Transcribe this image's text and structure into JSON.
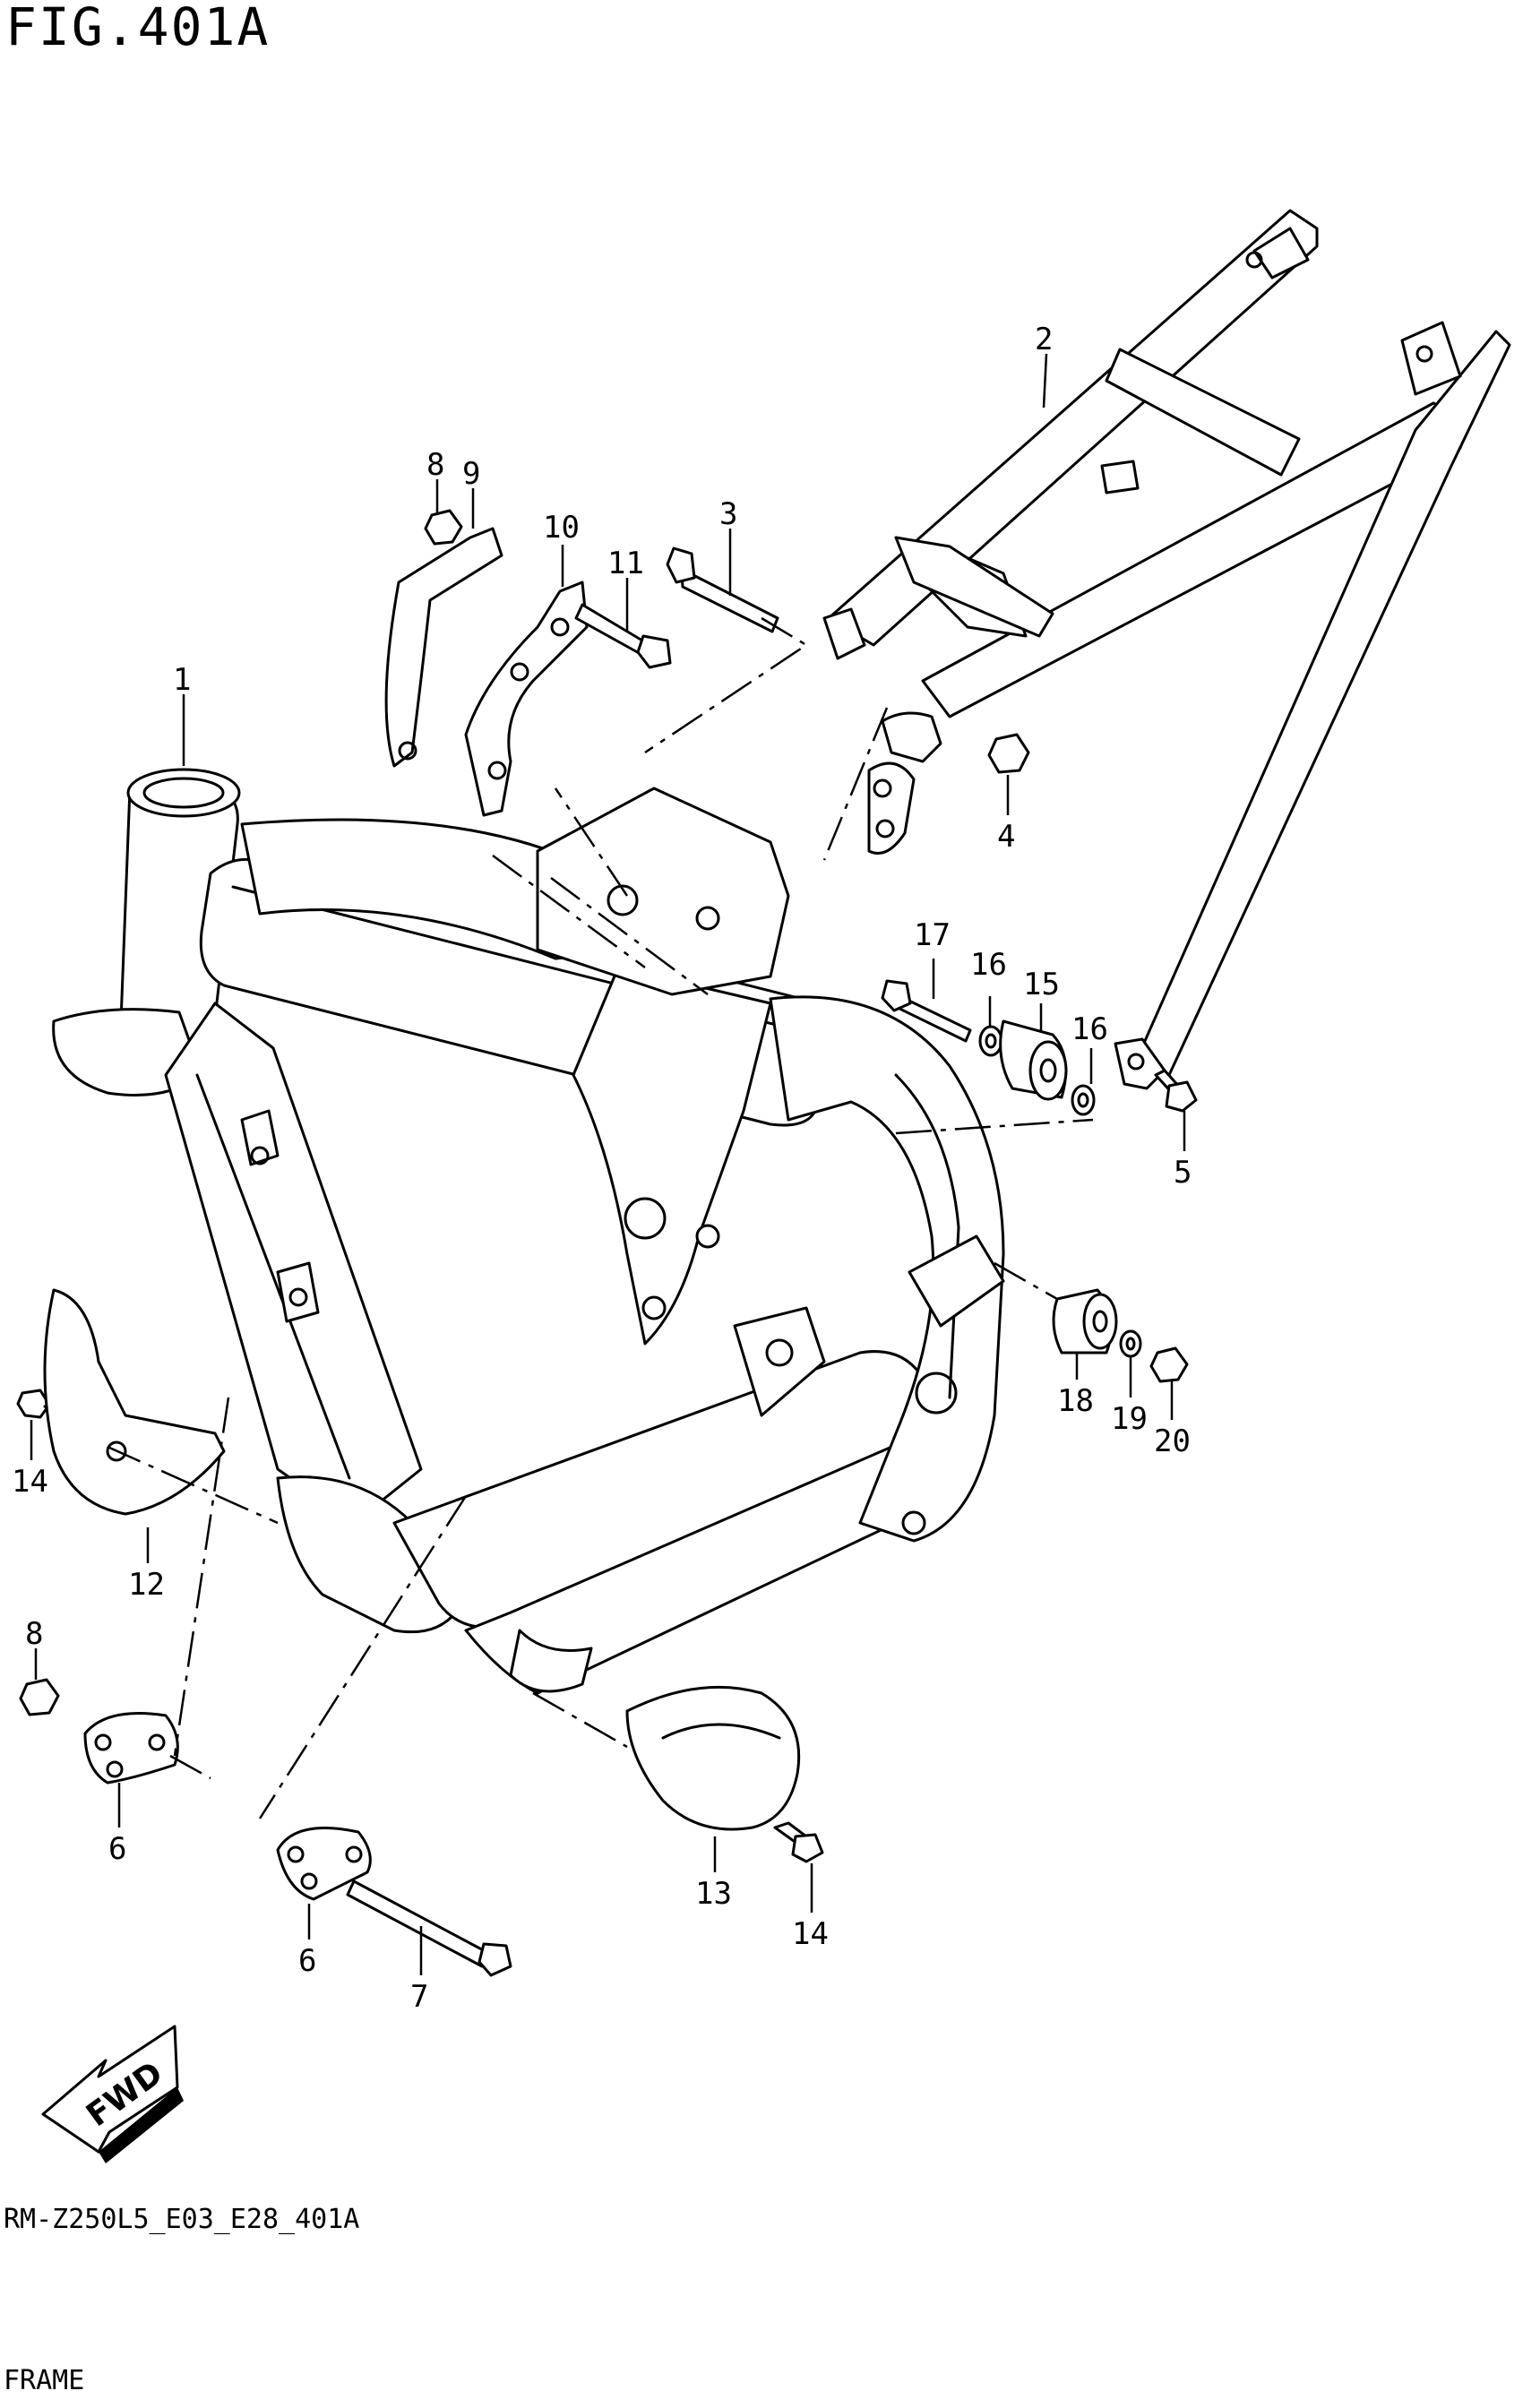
{
  "figure": {
    "title": "FIG.401A",
    "code": "RM-Z250L5_E03_E28_401A",
    "name": "FRAME"
  },
  "callouts": [
    {
      "id": "c1",
      "label": "1"
    },
    {
      "id": "c2",
      "label": "2"
    },
    {
      "id": "c3",
      "label": "3"
    },
    {
      "id": "c4",
      "label": "4"
    },
    {
      "id": "c5",
      "label": "5"
    },
    {
      "id": "c6a",
      "label": "6"
    },
    {
      "id": "c6b",
      "label": "6"
    },
    {
      "id": "c7",
      "label": "7"
    },
    {
      "id": "c8a",
      "label": "8"
    },
    {
      "id": "c8b",
      "label": "8"
    },
    {
      "id": "c9",
      "label": "9"
    },
    {
      "id": "c10",
      "label": "10"
    },
    {
      "id": "c11",
      "label": "11"
    },
    {
      "id": "c12",
      "label": "12"
    },
    {
      "id": "c13",
      "label": "13"
    },
    {
      "id": "c14a",
      "label": "14"
    },
    {
      "id": "c14b",
      "label": "14"
    },
    {
      "id": "c15",
      "label": "15"
    },
    {
      "id": "c16a",
      "label": "16"
    },
    {
      "id": "c16b",
      "label": "16"
    },
    {
      "id": "c17",
      "label": "17"
    },
    {
      "id": "c18",
      "label": "18"
    },
    {
      "id": "c19",
      "label": "19"
    },
    {
      "id": "c20",
      "label": "20"
    }
  ],
  "fwd_badge": "FWD",
  "icons": [
    "fwd-arrow-icon"
  ]
}
